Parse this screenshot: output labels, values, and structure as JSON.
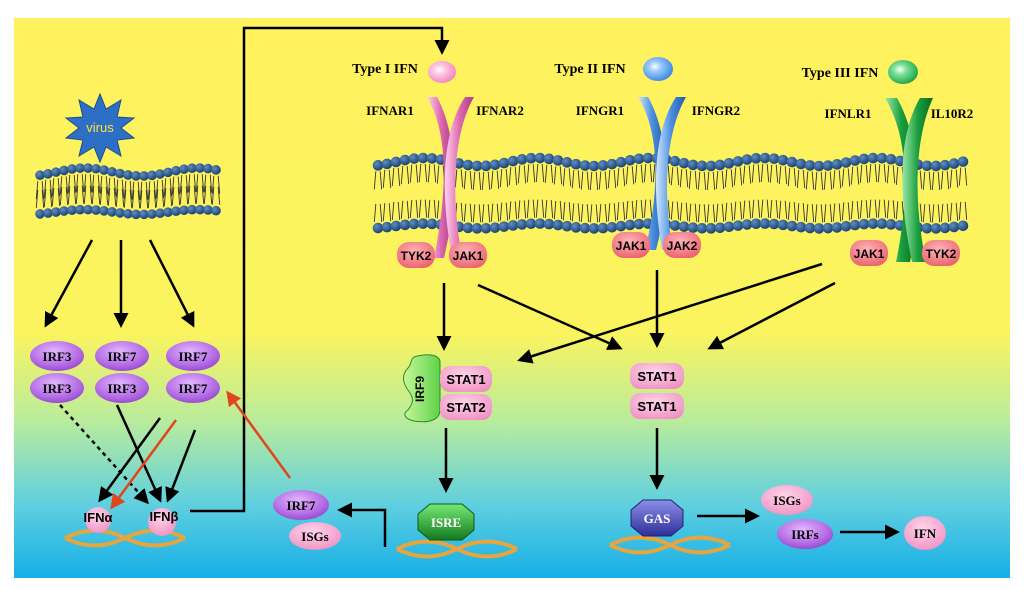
{
  "stimulus": {
    "virus": "virus"
  },
  "receptors": {
    "type1": {
      "title": "Type I IFN",
      "r1": "IFNAR1",
      "r2": "IFNAR2",
      "k1": "TYK2",
      "k2": "JAK1"
    },
    "type2": {
      "title": "Type II IFN",
      "r1": "IFNGR1",
      "r2": "IFNGR2",
      "k1": "JAK1",
      "k2": "JAK2"
    },
    "type3": {
      "title": "Type III IFN",
      "r1": "IFNLR1",
      "r2": "IL10R2",
      "k1": "JAK1",
      "k2": "TYK2"
    }
  },
  "irf_dimers": {
    "d1": {
      "top": "IRF3",
      "bottom": "IRF3"
    },
    "d2": {
      "top": "IRF7",
      "bottom": "IRF3"
    },
    "d3": {
      "top": "IRF7",
      "bottom": "IRF7"
    }
  },
  "genes": {
    "ifna": "IFNα",
    "ifnb": "IFNβ"
  },
  "isgf3": {
    "irf9": "IRF9",
    "stat1": "STAT1",
    "stat2": "STAT2",
    "element": "ISRE"
  },
  "gaf": {
    "stat1_top": "STAT1",
    "stat1_bottom": "STAT1",
    "element": "GAS"
  },
  "isre_products": {
    "irf7": "IRF7",
    "isgs": "ISGs"
  },
  "gas_products": {
    "isgs": "ISGs",
    "irfs": "IRFs",
    "ifn": "IFN"
  },
  "colors": {
    "membrane_head": "#1f4f86",
    "irf_purple": "#b66ee6",
    "stat_pink": "#f29ac8",
    "kinase_red": "#ef6f78",
    "type1_ligand": "#f79ac8",
    "type2_ligand": "#3f8ee8",
    "type3_ligand": "#17a848",
    "dna": "#e6a53e",
    "activation_arrow": "#e0451d"
  }
}
